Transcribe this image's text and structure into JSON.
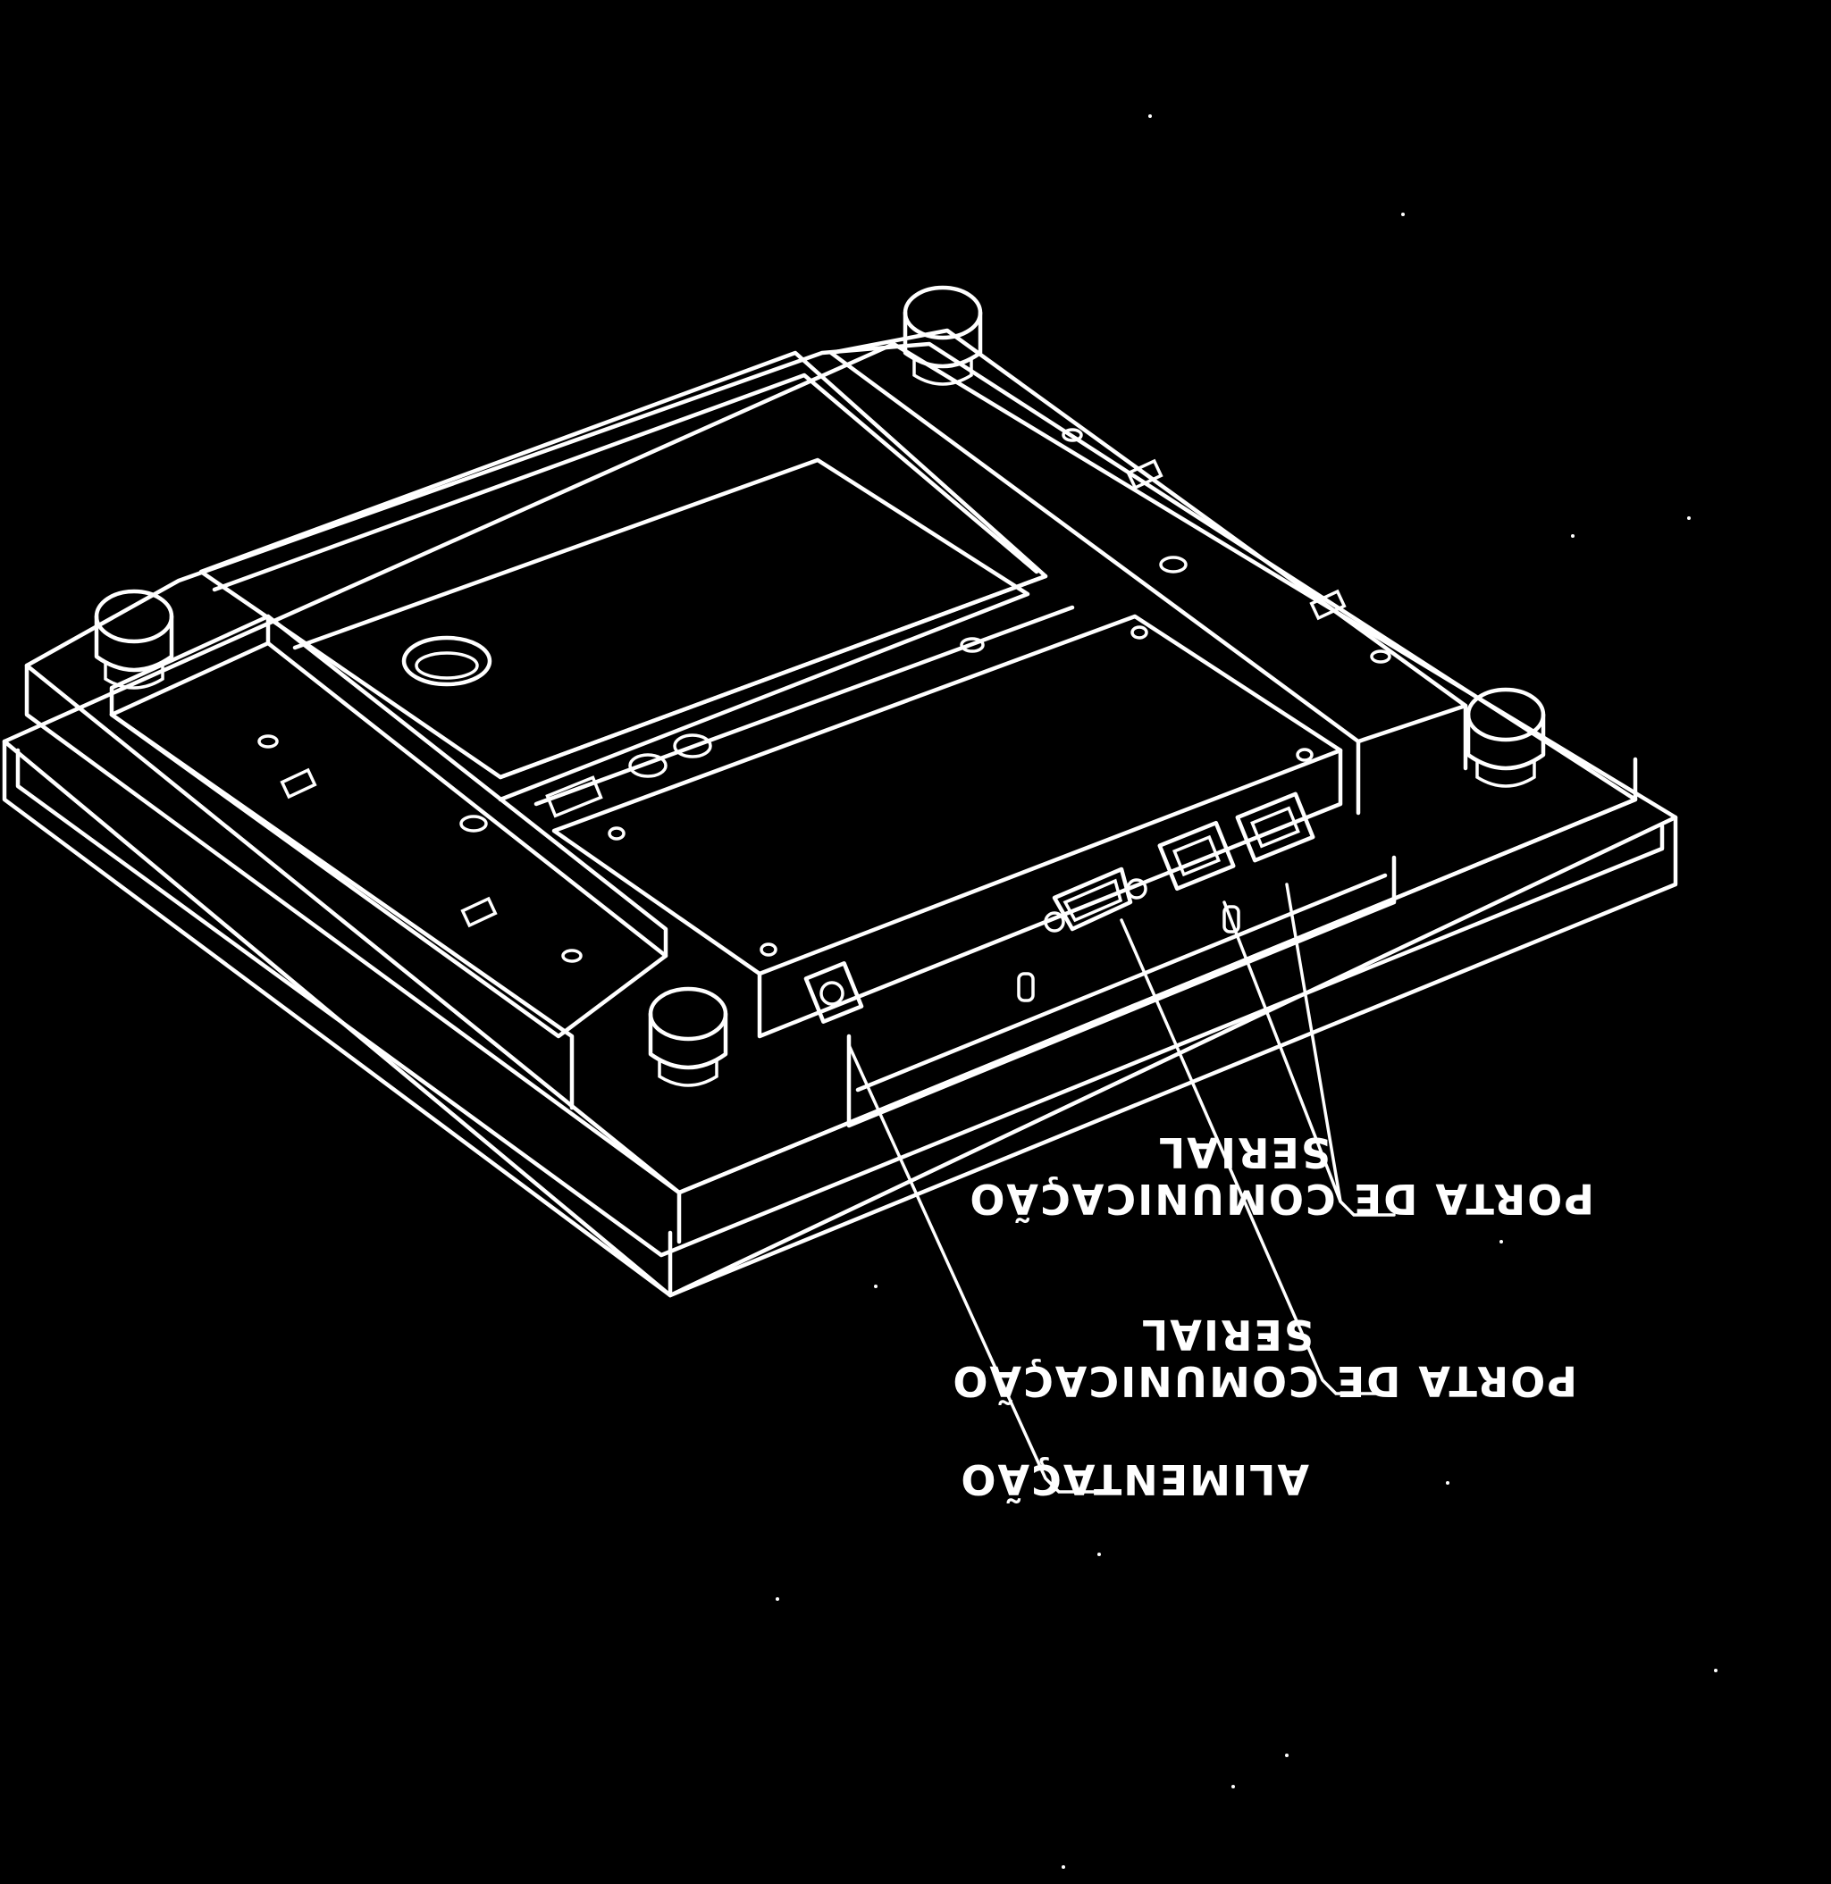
{
  "callouts": {
    "serial_port_1": {
      "line1": "SERIAL",
      "line2": "PORTA DE COMUNICAÇÃO"
    },
    "serial_port_2": {
      "line1": "SERIAL",
      "line2": "PORTA DE COMUNICAÇÃO"
    },
    "power": {
      "label": "ALIMENTAÇÃO"
    }
  }
}
